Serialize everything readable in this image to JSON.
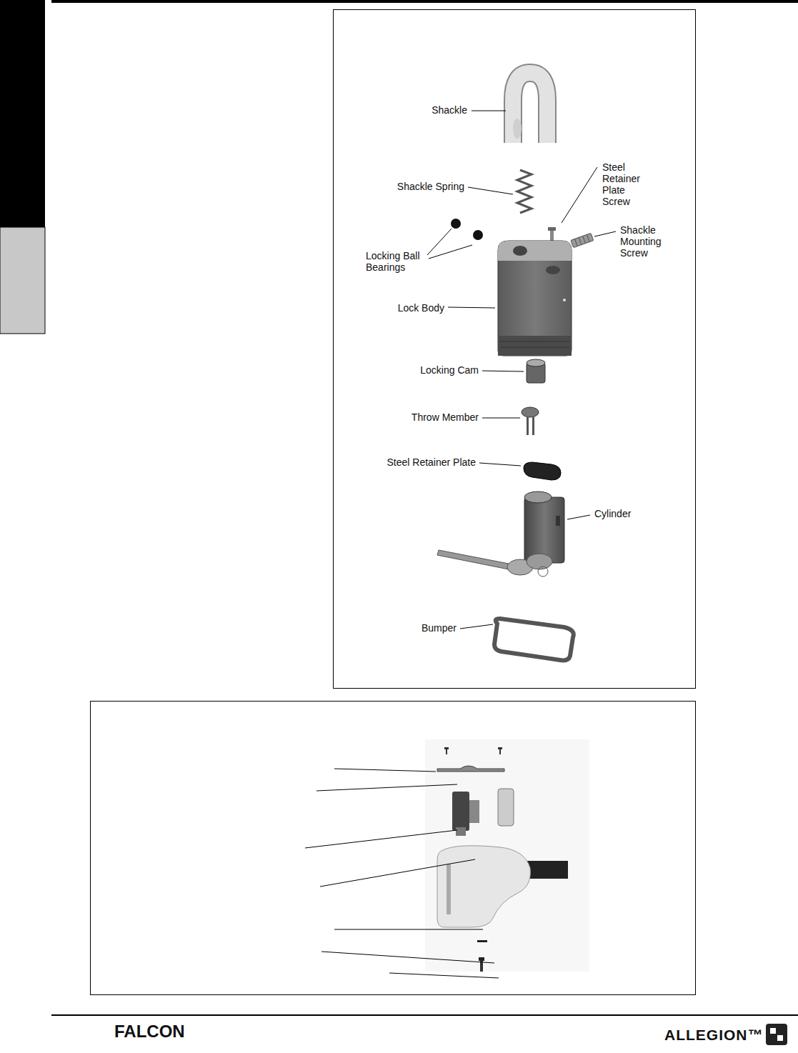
{
  "diagram": {
    "labels": [
      "Shackle",
      "Shackle Spring",
      "Steel Retainer Plate Screw",
      "Shackle Mounting Screw",
      "Locking Ball Bearings",
      "Lock Body",
      "Locking Cam",
      "Throw Member",
      "Steel Retainer Plate",
      "Cylinder",
      "Bumper",
      "FALCON",
      "ALLEGION™"
    ]
  }
}
